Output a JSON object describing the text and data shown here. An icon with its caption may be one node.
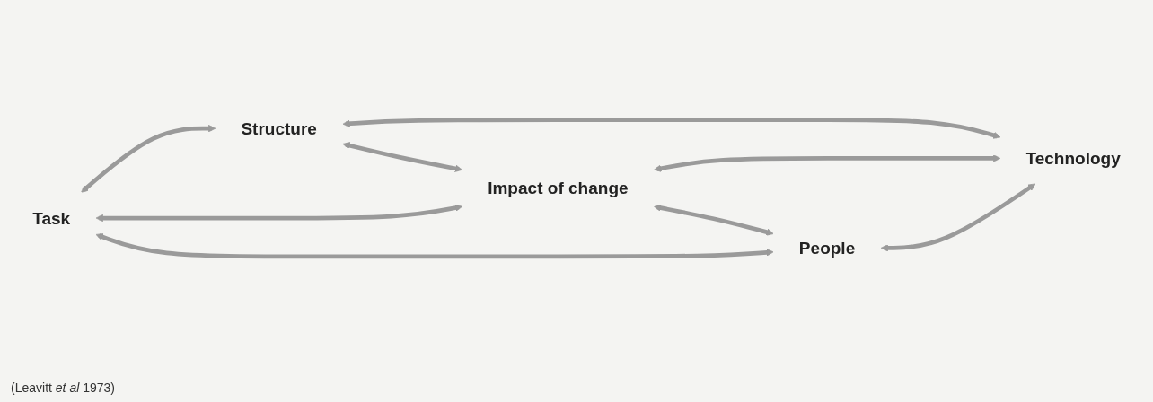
{
  "diagram": {
    "nodes": [
      {
        "text": [
          "Structure"
        ]
      },
      {
        "text": [
          "Task"
        ]
      },
      {
        "text": [
          "Impact of change"
        ]
      },
      {
        "text": [
          "Technology"
        ]
      },
      {
        "text": [
          "People"
        ]
      }
    ],
    "edges": [
      {
        "from": 1,
        "to": 0,
        "arrow": "both"
      },
      {
        "from": 0,
        "to": 3,
        "arrow": "both"
      },
      {
        "from": 0,
        "to": 2,
        "arrow": "both"
      },
      {
        "from": 1,
        "to": 2,
        "arrow": "both"
      },
      {
        "from": 2,
        "to": 3,
        "arrow": "both"
      },
      {
        "from": 2,
        "to": 4,
        "arrow": "both"
      },
      {
        "from": 1,
        "to": 4,
        "arrow": "both"
      },
      {
        "from": 4,
        "to": 3,
        "arrow": "both"
      }
    ],
    "labels": [
      "(Leavitt *et al* 1973)"
    ]
  }
}
